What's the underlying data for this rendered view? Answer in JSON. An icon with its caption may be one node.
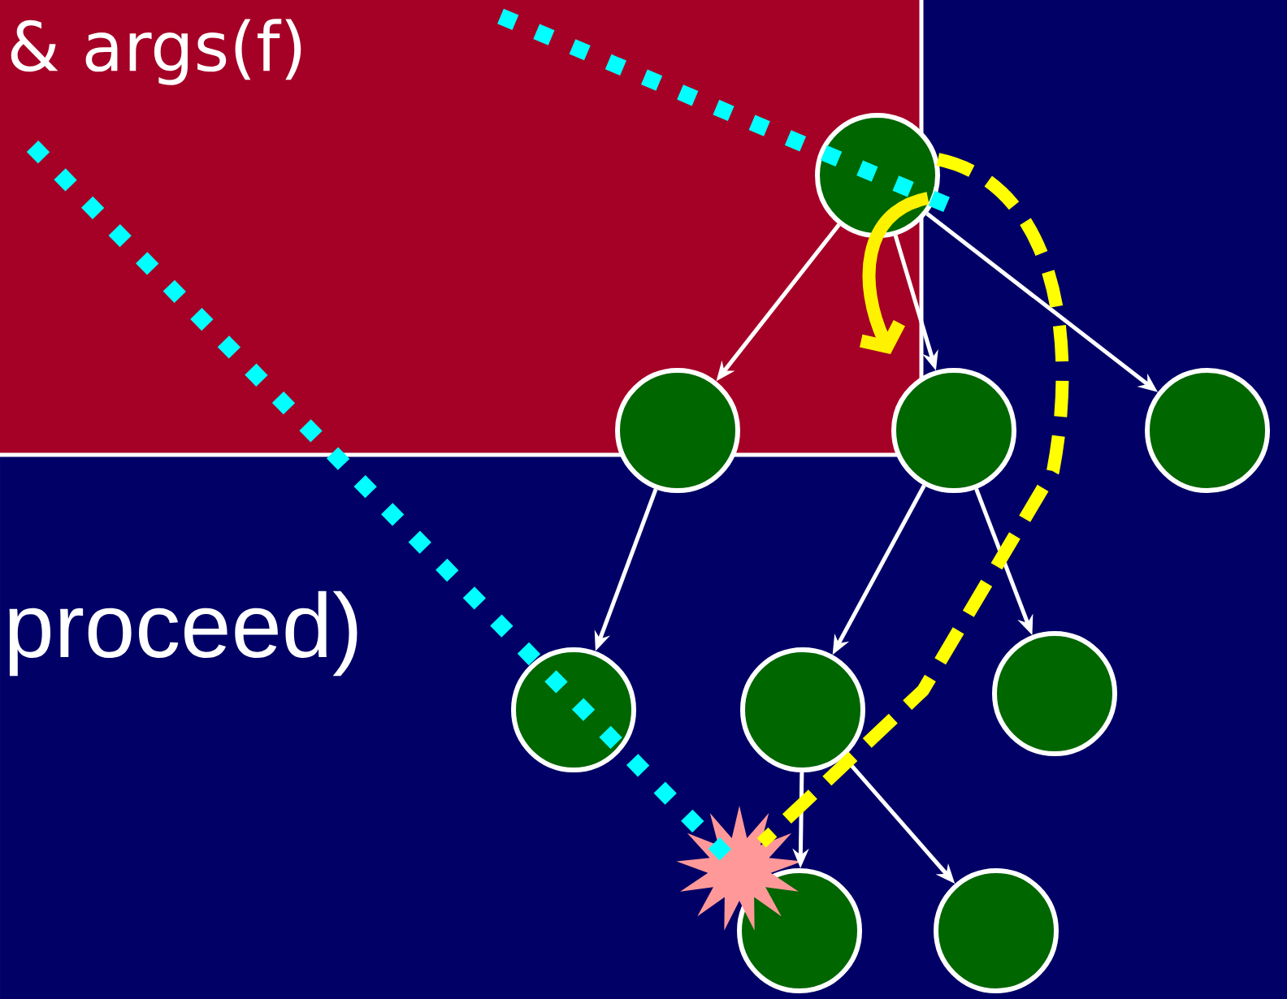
{
  "diagram": {
    "nodes": [
      {
        "text": [],
        "shape": "circle"
      },
      {
        "text": [],
        "shape": "circle"
      },
      {
        "text": [],
        "shape": "circle"
      },
      {
        "text": [],
        "shape": "circle"
      },
      {
        "text": [],
        "shape": "circle"
      },
      {
        "text": [],
        "shape": "circle"
      },
      {
        "text": [],
        "shape": "circle"
      },
      {
        "text": [],
        "shape": "circle"
      },
      {
        "text": [],
        "shape": "circle"
      },
      {
        "text": [],
        "shape": "star"
      }
    ],
    "edges": [
      {
        "from": 0,
        "to": 1,
        "arrow": "to"
      },
      {
        "from": 0,
        "to": 2,
        "arrow": "to"
      },
      {
        "from": 0,
        "to": 3,
        "arrow": "to"
      },
      {
        "from": 1,
        "to": 4,
        "arrow": "to"
      },
      {
        "from": 2,
        "to": 5,
        "arrow": "to"
      },
      {
        "from": 2,
        "to": 6,
        "arrow": "to"
      },
      {
        "from": 5,
        "to": 7,
        "arrow": "to"
      },
      {
        "from": 5,
        "to": 8,
        "arrow": "to"
      },
      {
        "from": 0,
        "to": 9,
        "arrow": "none",
        "style": "dashed",
        "color": "#ffff00"
      },
      {
        "from": null,
        "to": 9,
        "arrow": "none",
        "style": "dashed",
        "color": "#00ffff"
      },
      {
        "from": null,
        "to": 0,
        "arrow": "none",
        "style": "dashed",
        "color": "#00ffff"
      }
    ],
    "labels": [
      "& args(f)",
      "proceed)"
    ]
  }
}
